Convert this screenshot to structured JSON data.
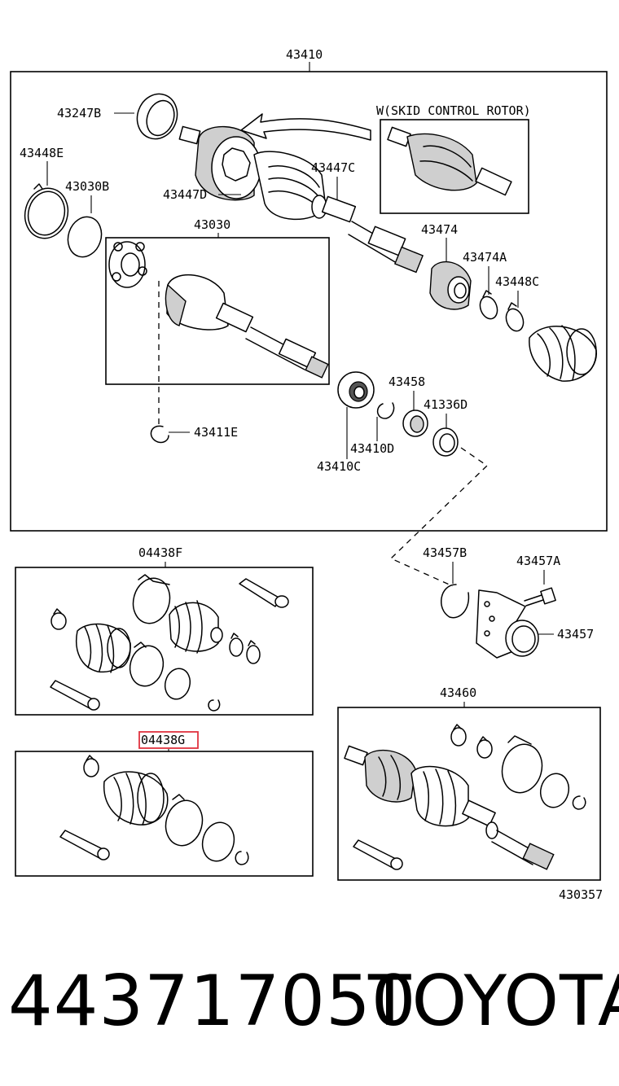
{
  "labels": {
    "assembly_main": "43410",
    "boot_43247B": "43247B",
    "band_43448E": "43448E",
    "ring_43030B": "43030B",
    "band_43447D": "43447D",
    "band_43447C": "43447C",
    "skid_note": "W(SKID CONTROL ROTOR)",
    "outboard_43030": "43030",
    "damper_43474": "43474",
    "clip_43474A": "43474A",
    "clip_43448C": "43448C",
    "snapring_43411E": "43411E",
    "ring_43458": "43458",
    "ring_41336D": "41336D",
    "bearing_43410D": "43410D",
    "bearing_43410C": "43410C",
    "kit_04438F": "04438F",
    "kit_04438G": "04438G",
    "snapring_43457B": "43457B",
    "bolt_43457A": "43457A",
    "bracket_43457": "43457",
    "assembly_43460": "43460",
    "ref_430357": "430357"
  },
  "footer": {
    "part_number": "443717050",
    "brand": "TOYOTA"
  },
  "colors": {
    "highlight": "#e0333f",
    "line": "#000000",
    "background": "#ffffff"
  }
}
